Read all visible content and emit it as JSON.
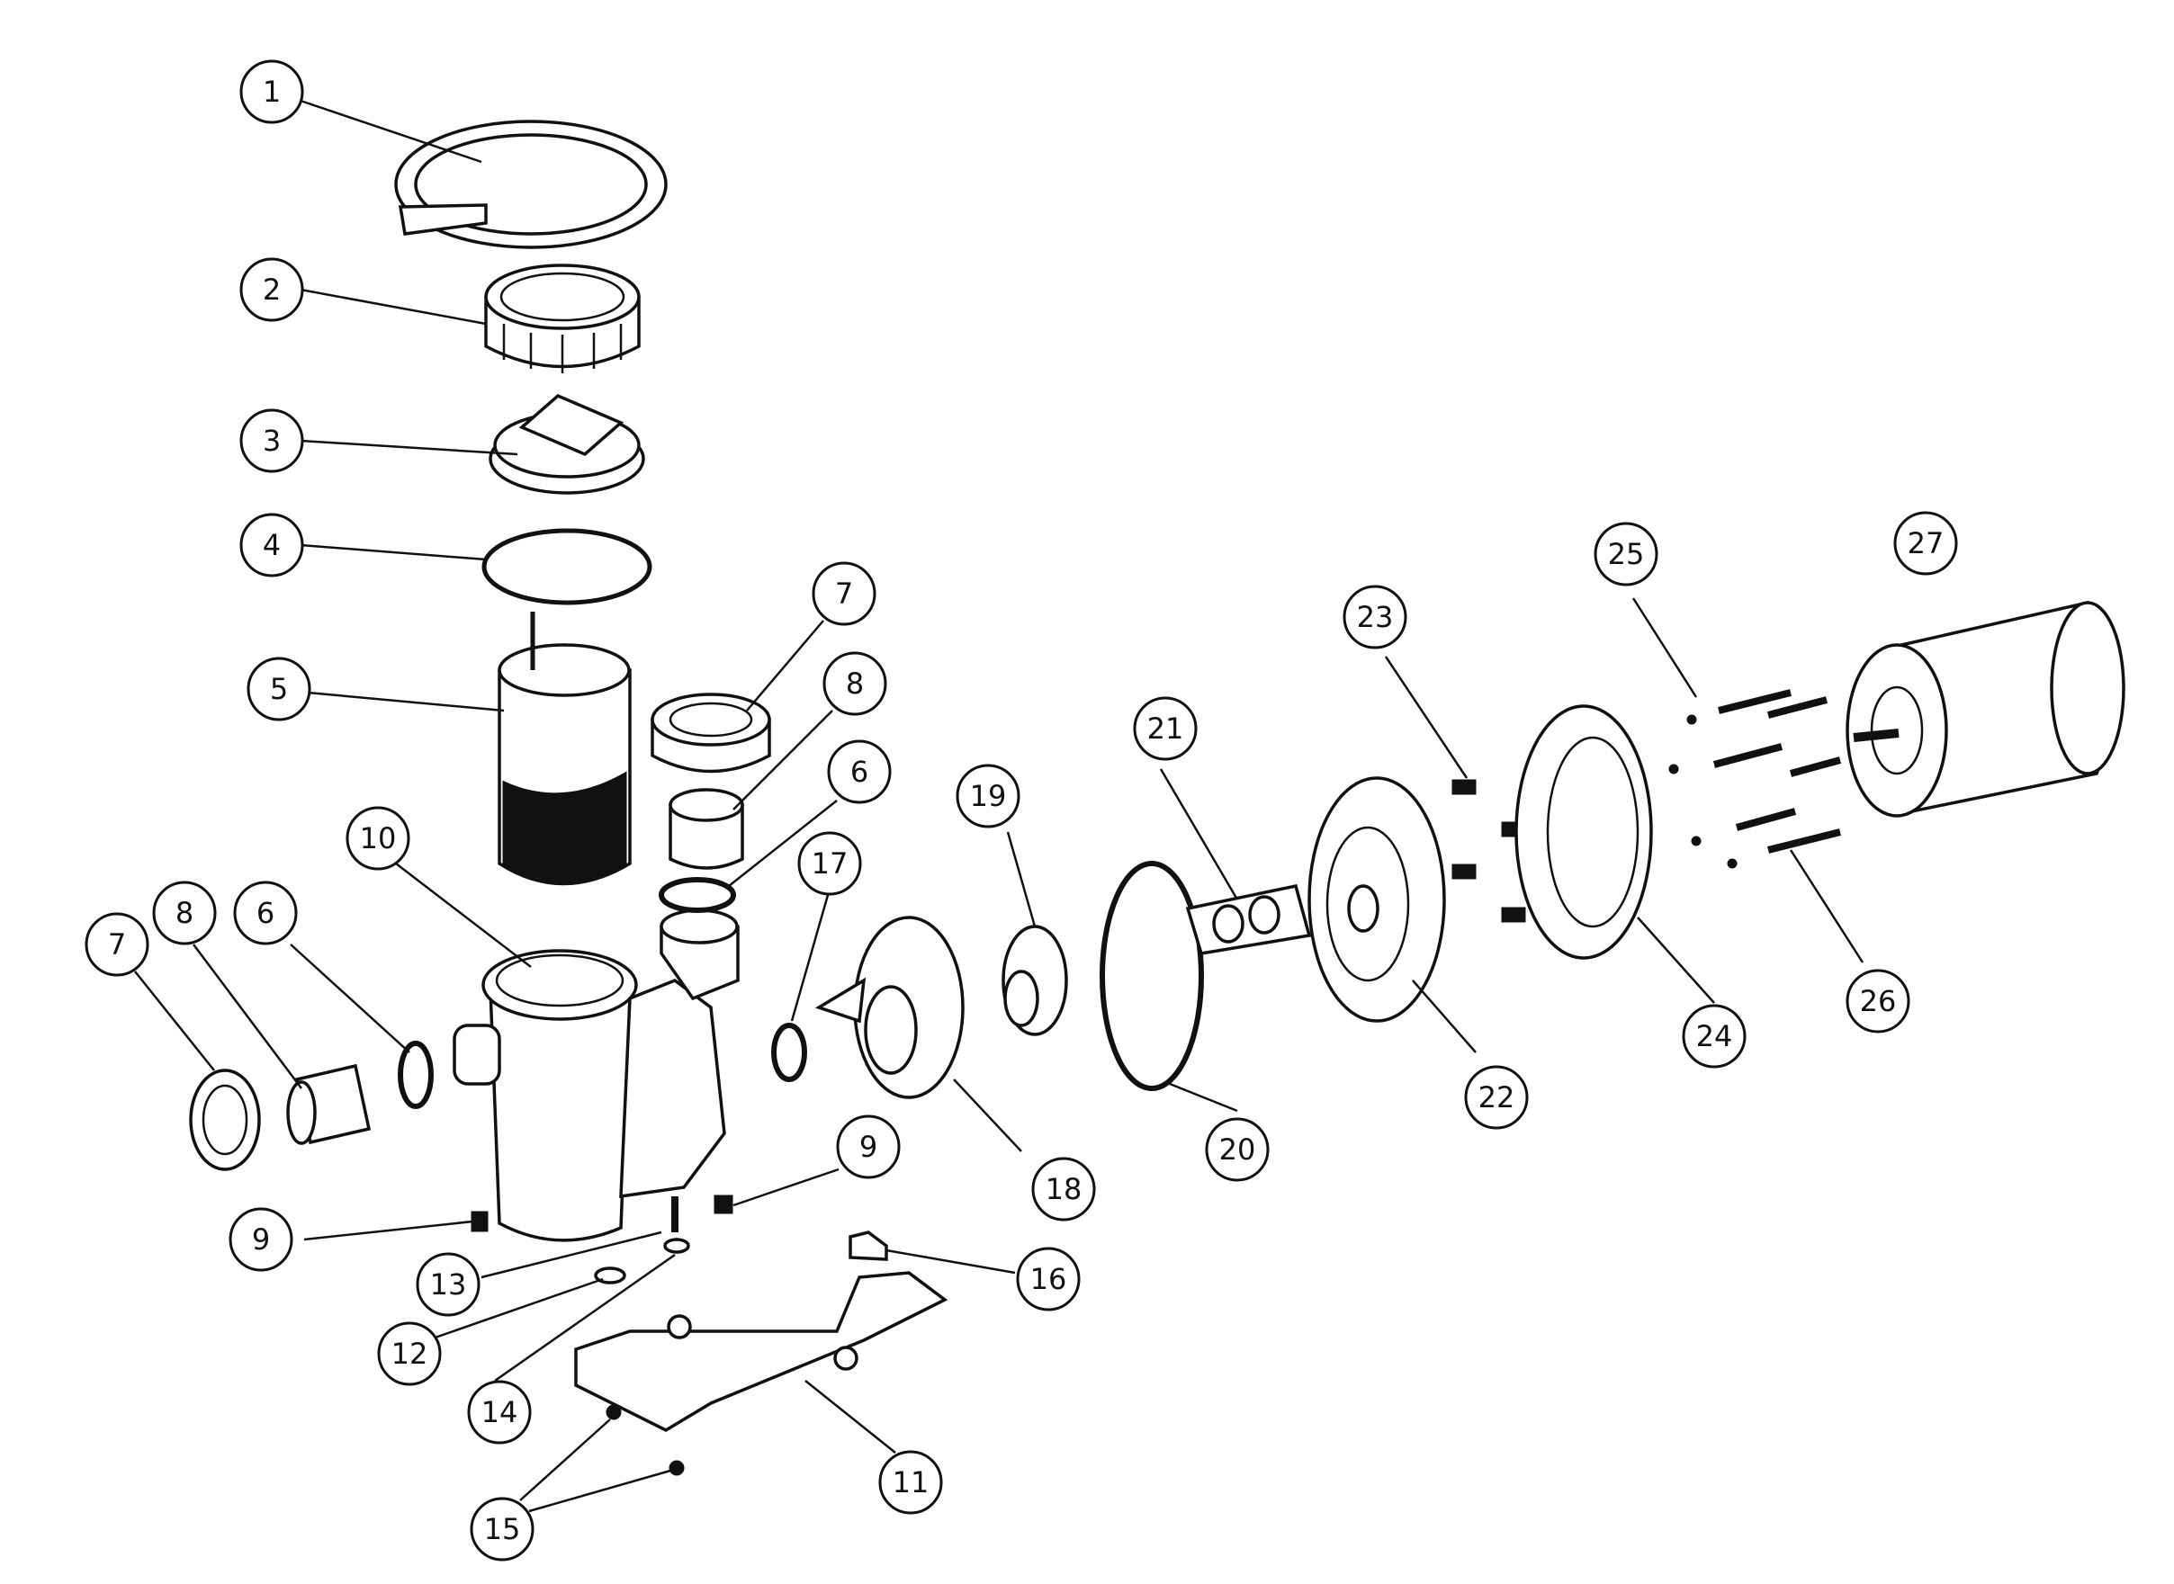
{
  "callouts": [
    {
      "label": "1"
    },
    {
      "label": "2"
    },
    {
      "label": "3"
    },
    {
      "label": "4"
    },
    {
      "label": "5"
    },
    {
      "label": "7"
    },
    {
      "label": "8"
    },
    {
      "label": "6"
    },
    {
      "label": "10"
    },
    {
      "label": "8"
    },
    {
      "label": "6"
    },
    {
      "label": "7"
    },
    {
      "label": "17"
    },
    {
      "label": "19"
    },
    {
      "label": "21"
    },
    {
      "label": "23"
    },
    {
      "label": "25"
    },
    {
      "label": "27"
    },
    {
      "label": "9"
    },
    {
      "label": "9"
    },
    {
      "label": "18"
    },
    {
      "label": "20"
    },
    {
      "label": "22"
    },
    {
      "label": "24"
    },
    {
      "label": "26"
    },
    {
      "label": "13"
    },
    {
      "label": "12"
    },
    {
      "label": "14"
    },
    {
      "label": "16"
    },
    {
      "label": "11"
    },
    {
      "label": "15"
    }
  ]
}
